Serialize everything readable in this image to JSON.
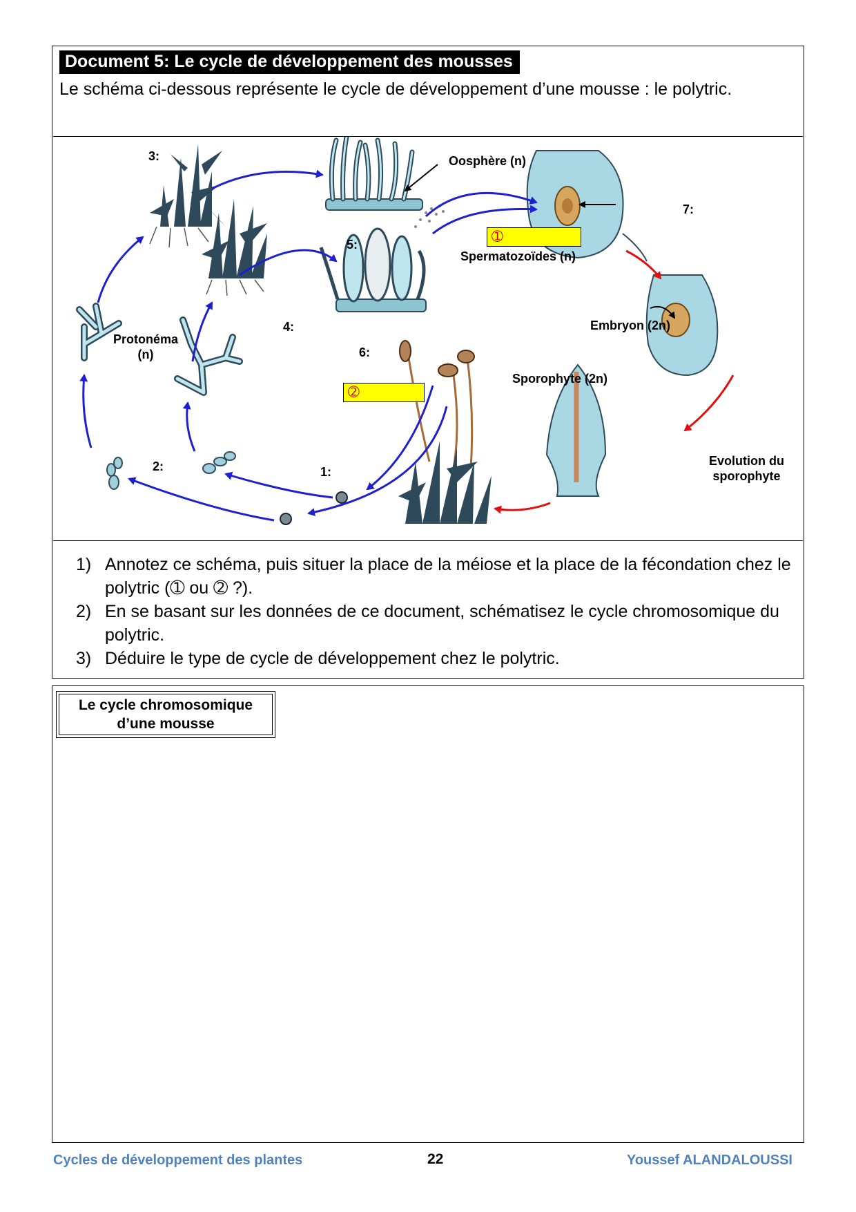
{
  "document": {
    "title": "Document 5: Le cycle de développement des mousses",
    "intro": "Le schéma ci-dessous représente le cycle de développement d’une mousse : le polytric."
  },
  "diagram": {
    "labels": {
      "oosphere": "Oosphère (n)",
      "spermatozoides": "Spermatozoïdes (n)",
      "protonema_line1": "Protonéma",
      "protonema_line2": "(n)",
      "embryon": "Embryon (2n)",
      "sporophyte": "Sporophyte (2n)",
      "evolution_line1": "Evolution du",
      "evolution_line2": "sporophyte"
    },
    "numbers": {
      "n1": "1:",
      "n2": "2:",
      "n3": "3:",
      "n4": "4:",
      "n5": "5:",
      "n6": "6:",
      "n7": "7:"
    },
    "answer_boxes": {
      "box1": "➀",
      "box2": "➁"
    },
    "colors": {
      "blue_arrow": "#1f1fd0",
      "red_arrow": "#e01010",
      "plant": "#2e4a5a",
      "cells": "#a9d8e4",
      "highlight": "#ffff00"
    }
  },
  "questions": [
    {
      "num": "1)",
      "text": "Annotez ce schéma, puis situer la place de la méiose et la place de la fécondation chez le polytric (➀ ou ➁ ?)."
    },
    {
      "num": "2)",
      "text": "En se basant sur les données de ce document, schématisez le cycle chromosomique du polytric."
    },
    {
      "num": "3)",
      "text": "Déduire le type de cycle de développement chez le polytric."
    }
  ],
  "answer_area": {
    "title_line1": "Le cycle chromosomique",
    "title_line2": "d’une mousse"
  },
  "footer": {
    "left": "Cycles de développement des plantes",
    "page": "22",
    "right": "Youssef ALANDALOUSSI"
  }
}
